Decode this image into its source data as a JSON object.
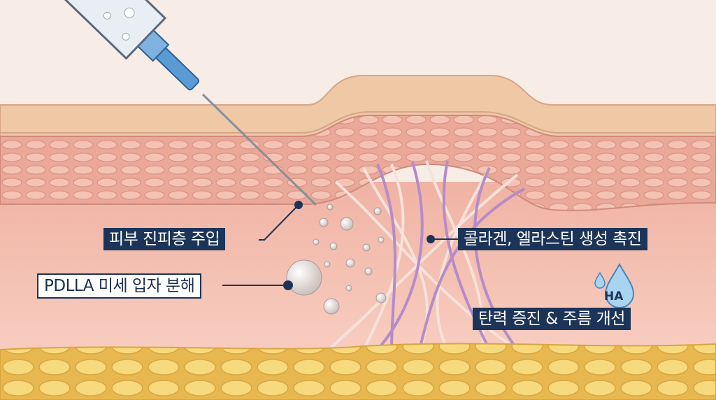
{
  "labels": {
    "injection": "피부 진피층 주입",
    "pdlla": "PDLLA 미세 입자 분해",
    "collagen": "콜라겐, 엘라스틴 생성 촉진",
    "elasticity": "탄력 증진 & 주름 개선",
    "ha": "HA"
  },
  "colors": {
    "label_bg": "#1c3458",
    "epidermis": "#efc8a6",
    "dermis_cells": "#e8a898",
    "dermis": "#f4c0b2",
    "fat": "#f2cf6e",
    "collagen": "#b58bc9",
    "elastin": "#f6e2da",
    "syringe": "#5b9bd5"
  }
}
